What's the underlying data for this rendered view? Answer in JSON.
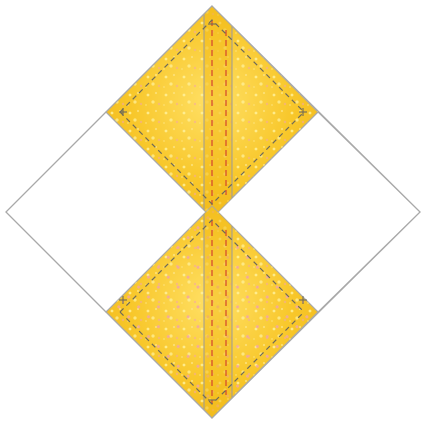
{
  "figure": {
    "description_visible_text": [],
    "components": [
      {
        "name": "white-left-square",
        "fill": "#ffffff",
        "stroke": "#b8b8b8"
      },
      {
        "name": "white-right-square",
        "fill": "#ffffff",
        "stroke": "#b8b8b8"
      },
      {
        "name": "yellow-top-square",
        "fabric": "yellow-batik"
      },
      {
        "name": "yellow-bottom-square",
        "fabric": "yellow-batik"
      }
    ],
    "colors": {
      "background": "#ffffff",
      "white_fabric": "#ffffff",
      "outline": "#a9a9a9",
      "yellow_base": "#f6c21f",
      "yellow_light": "#ffe570",
      "yellow_dark": "#e8a90f",
      "stitch_red": "#d4442e",
      "stitch_dark": "#6e6a5a",
      "dot_pink": "#f3a6a3"
    }
  }
}
